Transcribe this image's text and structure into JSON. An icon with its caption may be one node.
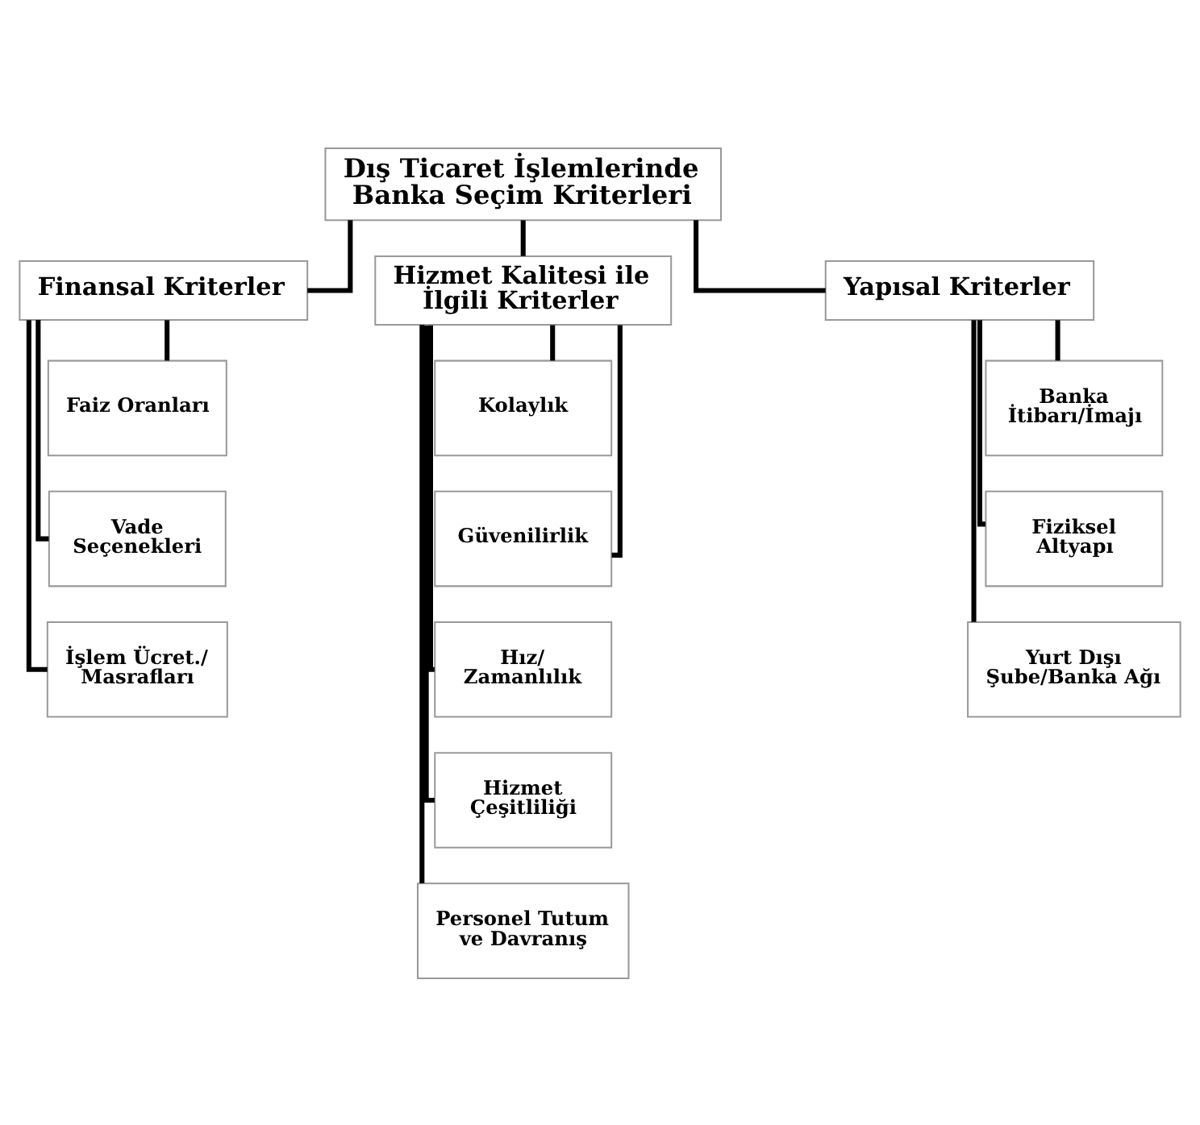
{
  "diagram": {
    "nodes": [
      {
        "text": [
          "Dış Ticaret İşlemlerinde Banka Seçim Kriterleri"
        ]
      },
      {
        "text": [
          "Finansal Kriterler"
        ]
      },
      {
        "text": [
          "Hizmet Kalitesi ile İlgili Kriterler"
        ]
      },
      {
        "text": [
          "Yapısal Kriterler"
        ]
      },
      {
        "text": [
          "Faiz Oranları"
        ]
      },
      {
        "text": [
          "Vade Seçenekleri"
        ]
      },
      {
        "text": [
          "İşlem Ücret./ Masrafları"
        ]
      },
      {
        "text": [
          "Kolaylık"
        ]
      },
      {
        "text": [
          "Güvenilirlik"
        ]
      },
      {
        "text": [
          "Hız/ Zamanlılık"
        ]
      },
      {
        "text": [
          "Hizmet Çeşitliliği"
        ]
      },
      {
        "text": [
          "Personel Tutum ve Davranış"
        ]
      },
      {
        "text": [
          "Banka İtibarı/İmajı"
        ]
      },
      {
        "text": [
          "Fiziksel Altyapı"
        ]
      },
      {
        "text": [
          "Yurt Dışı Şube/Banka Ağı"
        ]
      }
    ],
    "edges": [
      {
        "from": 0,
        "to": 1,
        "arrow": "none"
      },
      {
        "from": 0,
        "to": 2,
        "arrow": "none"
      },
      {
        "from": 0,
        "to": 3,
        "arrow": "none"
      },
      {
        "from": 1,
        "to": 4,
        "arrow": "none"
      },
      {
        "from": 1,
        "to": 5,
        "arrow": "none"
      },
      {
        "from": 1,
        "to": 6,
        "arrow": "none"
      },
      {
        "from": 2,
        "to": 7,
        "arrow": "none"
      },
      {
        "from": 2,
        "to": 8,
        "arrow": "none"
      },
      {
        "from": 2,
        "to": 9,
        "arrow": "none"
      },
      {
        "from": 2,
        "to": 10,
        "arrow": "none"
      },
      {
        "from": 2,
        "to": 11,
        "arrow": "none"
      },
      {
        "from": 3,
        "to": 12,
        "arrow": "none"
      },
      {
        "from": 3,
        "to": 13,
        "arrow": "none"
      },
      {
        "from": 3,
        "to": 14,
        "arrow": "none"
      }
    ]
  }
}
